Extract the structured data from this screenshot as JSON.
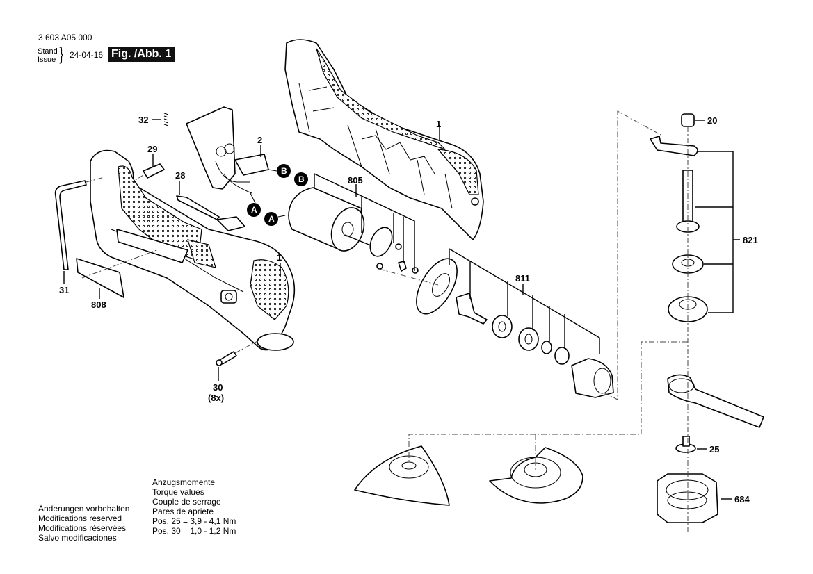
{
  "header": {
    "document_number": "3 603 A05 000",
    "stand_label": "Stand",
    "issue_label": "Issue",
    "issue_date": "24-04-16",
    "figure_label": "Fig. /Abb. 1"
  },
  "notes": {
    "lines": [
      "Änderungen vorbehalten",
      "Modifications reserved",
      "Modifications réservées",
      "Salvo modificaciones"
    ]
  },
  "torque": {
    "lines": [
      "Anzugsmomente",
      "Torque values",
      "Couple de serrage",
      "Pares de apriete",
      "Pos. 25 = 3,9 - 4,1 Nm",
      "Pos. 30 = 1,0 - 1,2 Nm"
    ]
  },
  "parts": {
    "p1_housing_left": "1",
    "p1_housing_right": "1",
    "p2_switch": "2",
    "p20": "20",
    "p25": "25",
    "p28": "28",
    "p29": "29",
    "p30": "30",
    "p30_qty": "(8x)",
    "p31": "31",
    "p32": "32",
    "p684": "684",
    "p805": "805",
    "p808": "808",
    "p811": "811",
    "p821": "821"
  },
  "connectors": {
    "a": "A",
    "b": "B"
  }
}
